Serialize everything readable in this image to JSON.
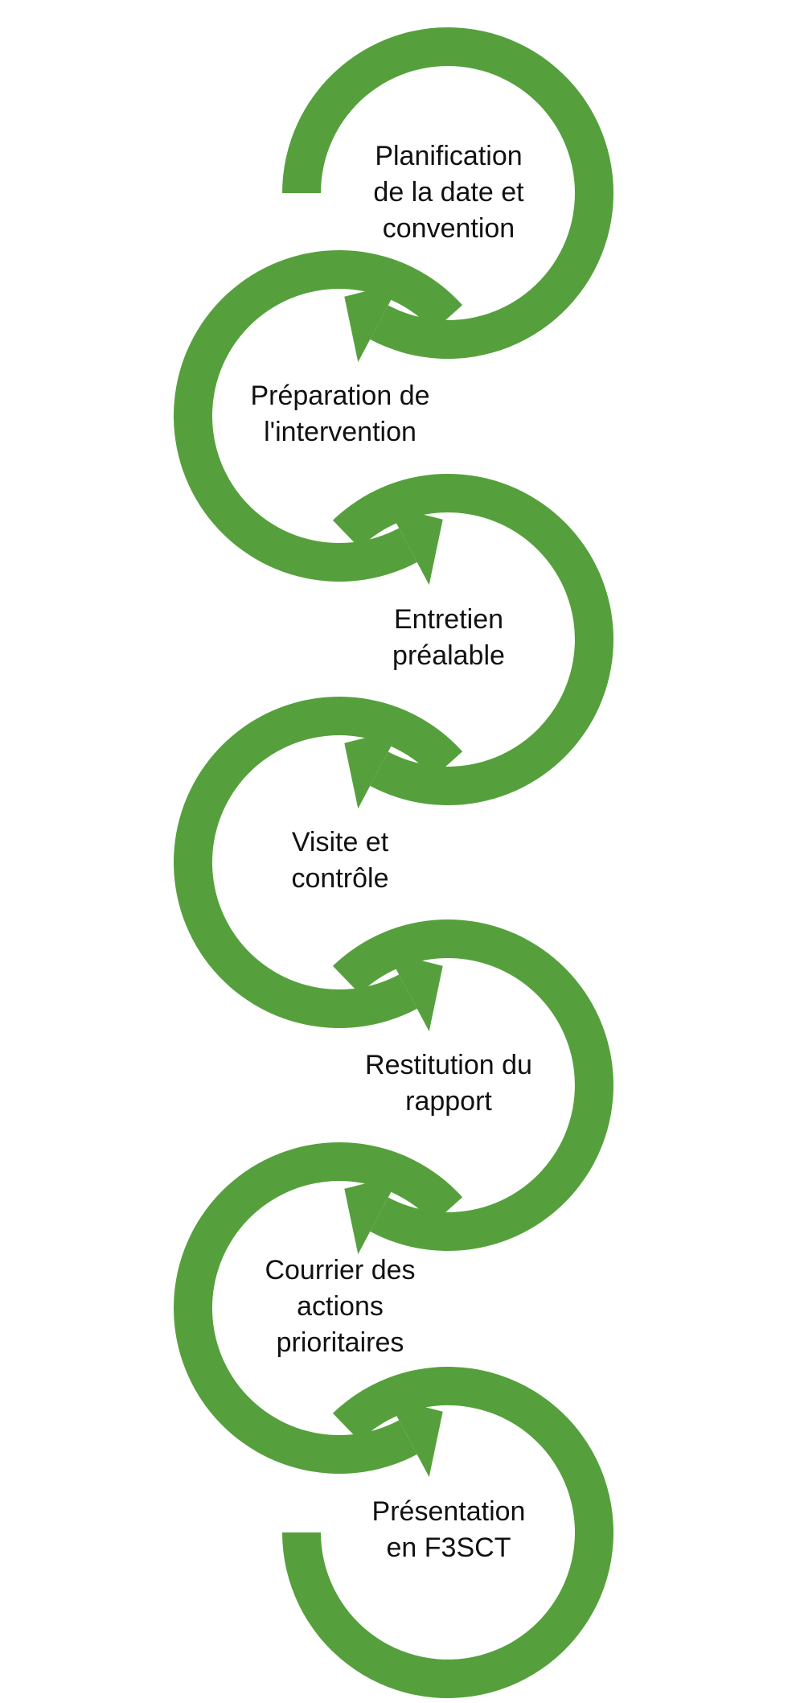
{
  "colors": {
    "arrow": "#55a03c",
    "background": "#ffffff",
    "text": "#111111"
  },
  "steps": [
    {
      "label": "Planification\nde la date et\nconvention",
      "side": "right",
      "arrow_direction": "down-left"
    },
    {
      "label": "Préparation de\nl'intervention",
      "side": "left",
      "arrow_direction": "down-right"
    },
    {
      "label": "Entretien\npréalable",
      "side": "right",
      "arrow_direction": "down-left"
    },
    {
      "label": "Visite et\ncontrôle",
      "side": "left",
      "arrow_direction": "down-right"
    },
    {
      "label": "Restitution du\nrapport",
      "side": "right",
      "arrow_direction": "down-left"
    },
    {
      "label": "Courrier des\nactions\nprioritaires",
      "side": "left",
      "arrow_direction": "down-right"
    },
    {
      "label": "Présentation\nen F3SCT",
      "side": "right",
      "arrow_direction": "none"
    }
  ]
}
